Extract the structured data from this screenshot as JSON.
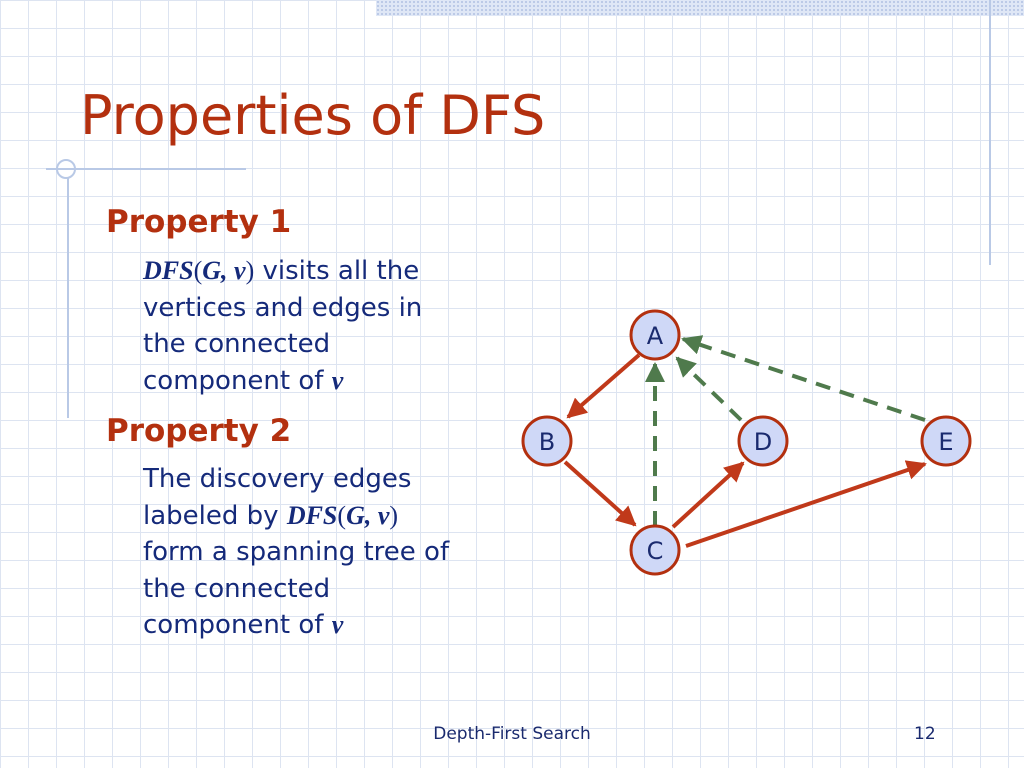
{
  "slide": {
    "title": "Properties of DFS",
    "footer_title": "Depth-First Search",
    "slide_number": "12"
  },
  "property1": {
    "heading": "Property 1",
    "call": {
      "fn": "DFS",
      "open": "(",
      "args": "G, v",
      "close": ")"
    },
    "line1_rest": " visits all the",
    "line2": "vertices and edges in",
    "line3": "the connected",
    "line4_text": "component of ",
    "line4_var": "v"
  },
  "property2": {
    "heading": "Property 2",
    "line1": "The discovery edges",
    "line2_text": "labeled by ",
    "call": {
      "fn": "DFS",
      "open": "(",
      "args": "G, v",
      "close": ")"
    },
    "line3": "form a spanning tree of",
    "line4": "the connected",
    "line5_text": "component of ",
    "line5_var": "v"
  },
  "graph": {
    "nodes": [
      "A",
      "B",
      "C",
      "D",
      "E"
    ],
    "discovery_edges": [
      [
        "A",
        "B"
      ],
      [
        "B",
        "C"
      ],
      [
        "C",
        "D"
      ],
      [
        "C",
        "E"
      ]
    ],
    "back_edges": [
      [
        "C",
        "A"
      ],
      [
        "D",
        "A"
      ],
      [
        "E",
        "A"
      ]
    ],
    "colors": {
      "discovery_edge": "#c0391a",
      "back_edge": "#4f7a4c",
      "node_fill": "#cfd8f7",
      "node_border": "#b3300f",
      "node_label": "#1a2a6e"
    }
  }
}
